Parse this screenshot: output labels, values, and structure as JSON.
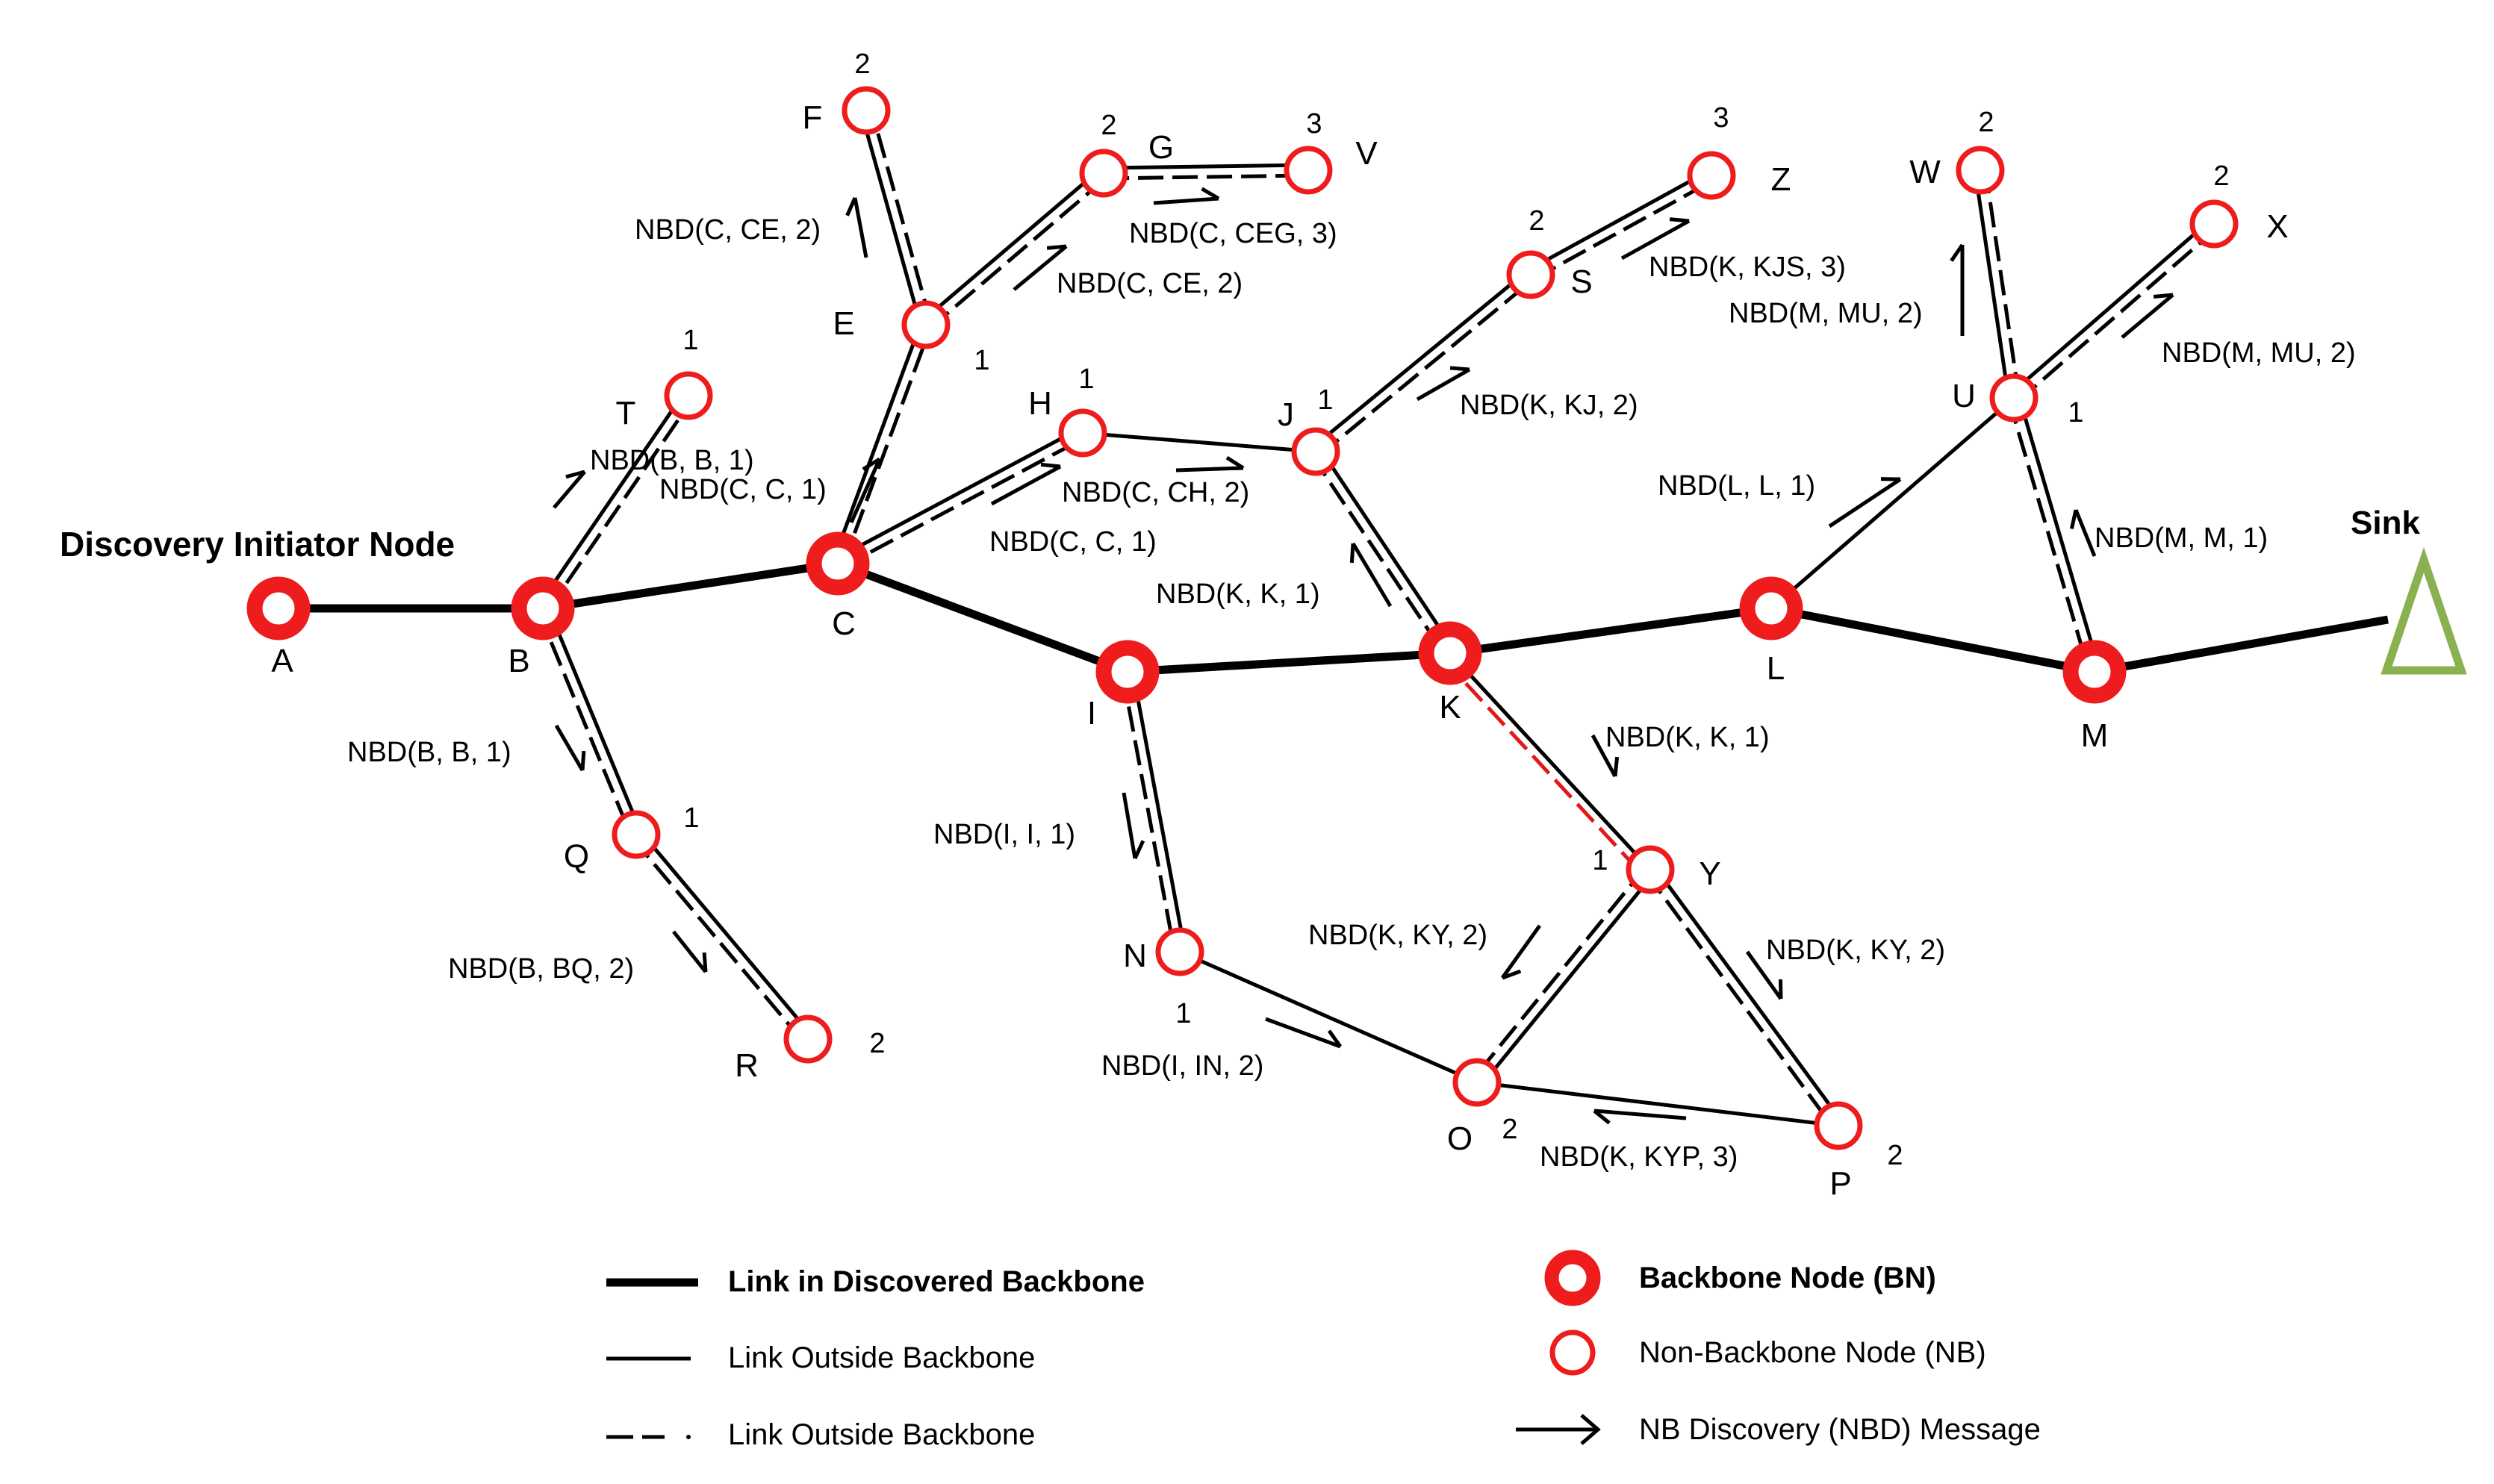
{
  "colors": {
    "backbone_node": "#ee1c1c",
    "non_backbone_node": "#ee1c1c",
    "red_link": "#e11919",
    "sink": "#8bb04f",
    "line": "#000000"
  },
  "labels": {
    "initiator": "Discovery Initiator Node",
    "sink": "Sink"
  },
  "nodes": [
    {
      "id": "A",
      "type": "backbone",
      "label": "A"
    },
    {
      "id": "B",
      "type": "backbone",
      "label": "B"
    },
    {
      "id": "C",
      "type": "backbone",
      "label": "C"
    },
    {
      "id": "I",
      "type": "backbone",
      "label": "I"
    },
    {
      "id": "K",
      "type": "backbone",
      "label": "K"
    },
    {
      "id": "L",
      "type": "backbone",
      "label": "L"
    },
    {
      "id": "M",
      "type": "backbone",
      "label": "M"
    },
    {
      "id": "T",
      "type": "non-backbone",
      "label": "T",
      "hop": "1"
    },
    {
      "id": "Q",
      "type": "non-backbone",
      "label": "Q",
      "hop": "1"
    },
    {
      "id": "R",
      "type": "non-backbone",
      "label": "R",
      "hop": "2"
    },
    {
      "id": "E",
      "type": "non-backbone",
      "label": "E",
      "hop": "1"
    },
    {
      "id": "F",
      "type": "non-backbone",
      "label": "F",
      "hop": "2"
    },
    {
      "id": "G",
      "type": "non-backbone",
      "label": "G",
      "hop": "2"
    },
    {
      "id": "V",
      "type": "non-backbone",
      "label": "V",
      "hop": "3"
    },
    {
      "id": "H",
      "type": "non-backbone",
      "label": "H",
      "hop": "1"
    },
    {
      "id": "J",
      "type": "non-backbone",
      "label": "J",
      "hop": "1"
    },
    {
      "id": "S",
      "type": "non-backbone",
      "label": "S",
      "hop": "2"
    },
    {
      "id": "Z",
      "type": "non-backbone",
      "label": "Z",
      "hop": "3"
    },
    {
      "id": "N",
      "type": "non-backbone",
      "label": "N",
      "hop": "1"
    },
    {
      "id": "O",
      "type": "non-backbone",
      "label": "O",
      "hop": "2"
    },
    {
      "id": "Y",
      "type": "non-backbone",
      "label": "Y",
      "hop": "1"
    },
    {
      "id": "P",
      "type": "non-backbone",
      "label": "P",
      "hop": "2"
    },
    {
      "id": "U",
      "type": "non-backbone",
      "label": "U",
      "hop": "1"
    },
    {
      "id": "W",
      "type": "non-backbone",
      "label": "W",
      "hop": "2"
    },
    {
      "id": "X",
      "type": "non-backbone",
      "label": "X",
      "hop": "2"
    }
  ],
  "links": [
    {
      "from": "A",
      "to": "B",
      "type": "backbone"
    },
    {
      "from": "B",
      "to": "C",
      "type": "backbone"
    },
    {
      "from": "C",
      "to": "I",
      "type": "backbone"
    },
    {
      "from": "I",
      "to": "K",
      "type": "backbone"
    },
    {
      "from": "K",
      "to": "L",
      "type": "backbone"
    },
    {
      "from": "L",
      "to": "M",
      "type": "backbone"
    },
    {
      "from": "M",
      "to": "Sink",
      "type": "backbone"
    },
    {
      "from": "B",
      "to": "T",
      "type": "dashed"
    },
    {
      "from": "B",
      "to": "Q",
      "type": "dashed"
    },
    {
      "from": "Q",
      "to": "R",
      "type": "dashed"
    },
    {
      "from": "C",
      "to": "E",
      "type": "dashed"
    },
    {
      "from": "E",
      "to": "F",
      "type": "dashed"
    },
    {
      "from": "E",
      "to": "G",
      "type": "dashed"
    },
    {
      "from": "G",
      "to": "V",
      "type": "dashed"
    },
    {
      "from": "C",
      "to": "H",
      "type": "dashed"
    },
    {
      "from": "H",
      "to": "J",
      "type": "outside"
    },
    {
      "from": "J",
      "to": "K",
      "type": "dashed"
    },
    {
      "from": "J",
      "to": "S",
      "type": "dashed"
    },
    {
      "from": "S",
      "to": "Z",
      "type": "dashed"
    },
    {
      "from": "I",
      "to": "N",
      "type": "dashed"
    },
    {
      "from": "N",
      "to": "O",
      "type": "outside"
    },
    {
      "from": "K",
      "to": "Y",
      "type": "red"
    },
    {
      "from": "Y",
      "to": "O",
      "type": "dashed"
    },
    {
      "from": "Y",
      "to": "P",
      "type": "dashed"
    },
    {
      "from": "O",
      "to": "P",
      "type": "outside"
    },
    {
      "from": "L",
      "to": "U",
      "type": "outside"
    },
    {
      "from": "U",
      "to": "M",
      "type": "dashed"
    },
    {
      "from": "U",
      "to": "W",
      "type": "dashed"
    },
    {
      "from": "U",
      "to": "X",
      "type": "dashed"
    }
  ],
  "messages": [
    {
      "text": "NBD(B, B, 1)"
    },
    {
      "text": "NBD(B, B, 1)"
    },
    {
      "text": "NBD(B, BQ, 2)"
    },
    {
      "text": "NBD(C, C, 1)"
    },
    {
      "text": "NBD(C, CE, 2)"
    },
    {
      "text": "NBD(C, CE, 2)"
    },
    {
      "text": "NBD(C, CEG, 3)"
    },
    {
      "text": "NBD(C, C, 1)"
    },
    {
      "text": "NBD(C, CH, 2)"
    },
    {
      "text": "NBD(K, K, 1)"
    },
    {
      "text": "NBD(K, KJ, 2)"
    },
    {
      "text": "NBD(K, KJS, 3)"
    },
    {
      "text": "NBD(I, I, 1)"
    },
    {
      "text": "NBD(I, IN, 2)"
    },
    {
      "text": "NBD(K, K, 1)"
    },
    {
      "text": "NBD(K, KY, 2)"
    },
    {
      "text": "NBD(K, KY, 2)"
    },
    {
      "text": "NBD(K, KYP, 3)"
    },
    {
      "text": "NBD(L, L, 1)"
    },
    {
      "text": "NBD(M, M, 1)"
    },
    {
      "text": "NBD(M, MU, 2)"
    },
    {
      "text": "NBD(M, MU, 2)"
    }
  ],
  "legend": [
    {
      "text": "Link in Discovered Backbone",
      "bold": true
    },
    {
      "text": "Link Outside Backbone",
      "bold": false
    },
    {
      "text": "Link Outside Backbone",
      "bold": false
    },
    {
      "text": "Backbone Node (BN)",
      "bold": true
    },
    {
      "text": "Non-Backbone Node (NB)",
      "bold": false
    },
    {
      "text": "NB Discovery (NBD) Message",
      "bold": false
    }
  ]
}
